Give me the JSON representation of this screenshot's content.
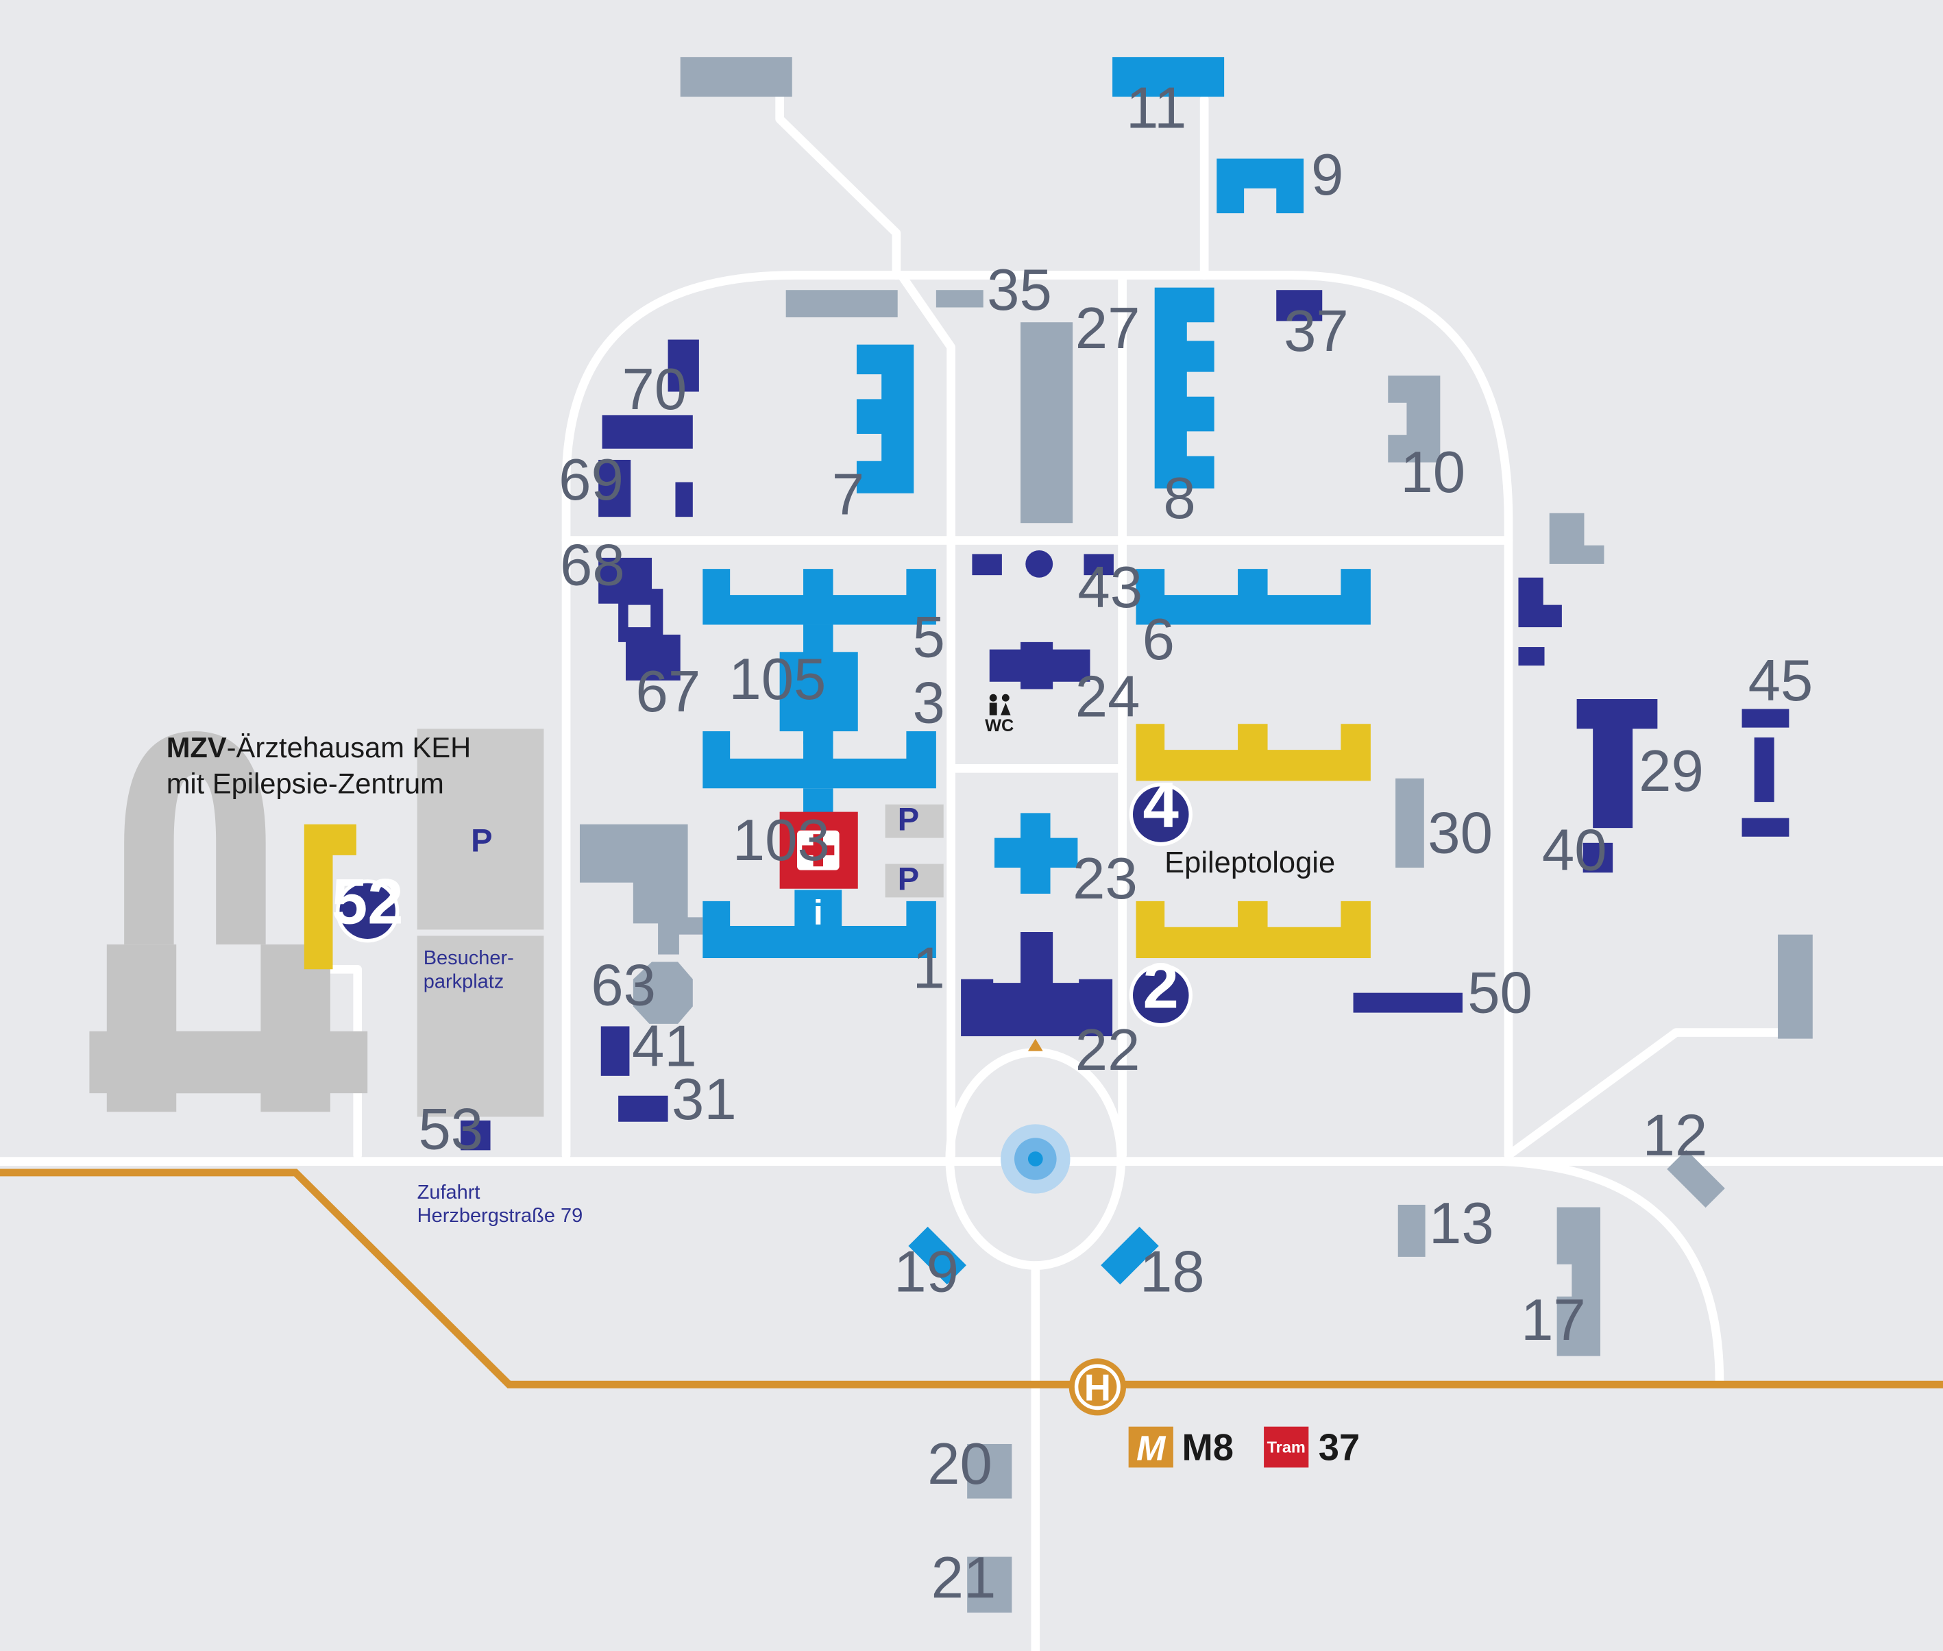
{
  "colors": {
    "background": "#e8e9ec",
    "road": "#ffffff",
    "tram_line": "#d6922e",
    "building_dark": "#2e3192",
    "building_light": "#1296dc",
    "building_gray": "#9ba9b8",
    "building_yellow": "#e6c323",
    "mzv_outline": "#c4c4c4",
    "parking": "#cbcbcb",
    "hospital_red": "#d01f2d",
    "marker_navy": "#2d3088"
  },
  "buildings": {
    "b1": "1",
    "b2": "2",
    "b3": "3",
    "b5": "5",
    "b6": "6",
    "b7": "7",
    "b8": "8",
    "b9": "9",
    "b10": "10",
    "b11": "11",
    "b12": "12",
    "b13": "13",
    "b17": "17",
    "b18": "18",
    "b19": "19",
    "b20": "20",
    "b21": "21",
    "b22": "22",
    "b23": "23",
    "b24": "24",
    "b27": "27",
    "b29": "29",
    "b30": "30",
    "b31": "31",
    "b35": "35",
    "b37": "37",
    "b40": "40",
    "b41": "41",
    "b43": "43",
    "b45": "45",
    "b50": "50",
    "b53": "53",
    "b63": "63",
    "b67": "67",
    "b68": "68",
    "b69": "69",
    "b70": "70",
    "b103": "103",
    "b105": "105"
  },
  "markers": {
    "m52": "52",
    "m4": "4",
    "m2": "2"
  },
  "labels": {
    "mzv_bold": "MZV",
    "mzv_rest": "-Ärztehausam KEH",
    "mzv_line2": "mit Epilepsie-Zentrum",
    "epileptologie": "Epileptologie",
    "besucher_line1": "Besucher-",
    "besucher_line2": "parkplatz",
    "zufahrt_line1": "Zufahrt",
    "zufahrt_line2": "Herzbergstraße 79",
    "parking_symbol": "P",
    "wc": "WC",
    "info": "i",
    "haltestelle": "H"
  },
  "transit": {
    "metro_icon": "M",
    "metro_line": "M8",
    "tram_icon": "Tram",
    "tram_line": "37"
  },
  "icons": [
    "hospital-cross-icon",
    "info-icon",
    "wc-icon",
    "bus-stop-icon",
    "metro-icon",
    "tram-icon",
    "fountain-icon",
    "direction-arrow-icon"
  ]
}
